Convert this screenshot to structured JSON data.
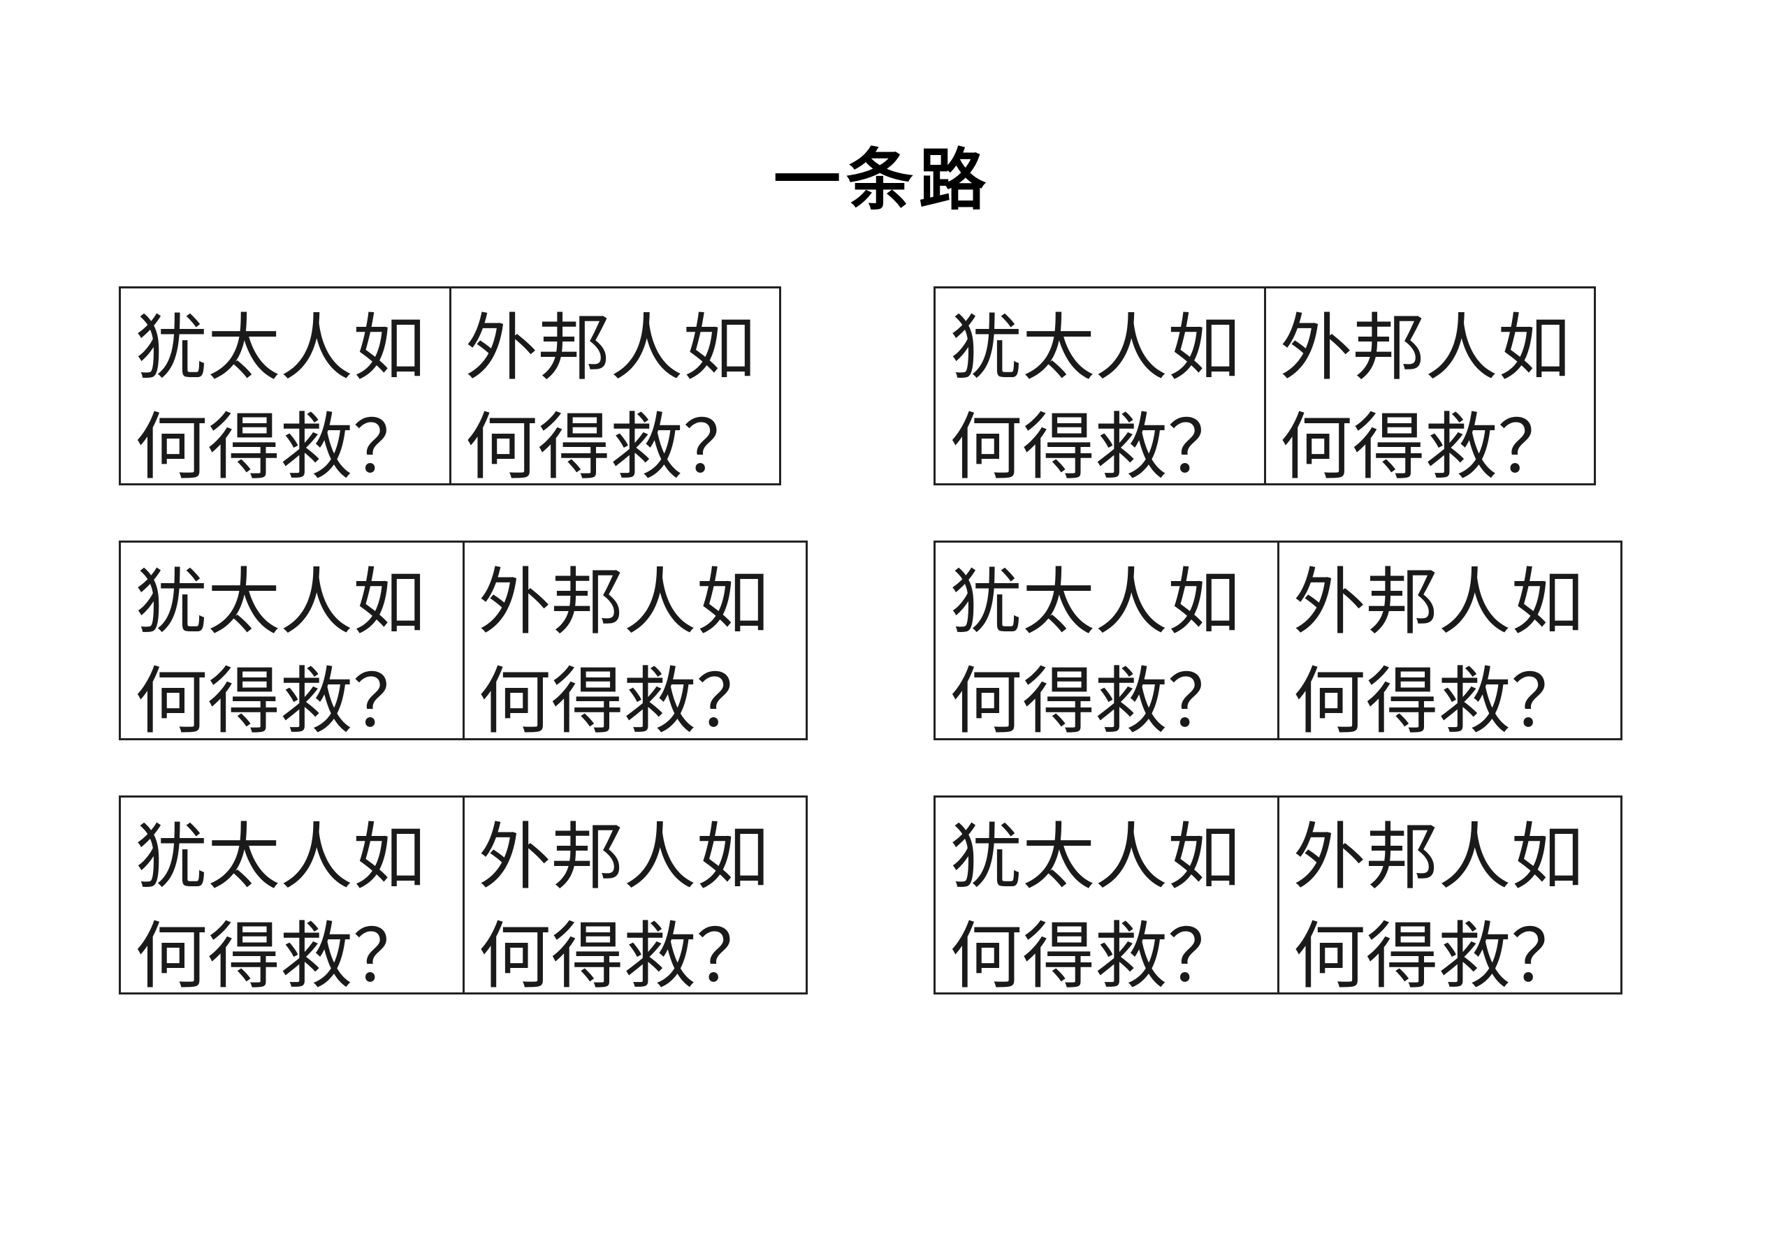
{
  "title": "一条路",
  "cards": [
    {
      "left": "犹太人如何得救？",
      "right": "外邦人如何得救？"
    },
    {
      "left": "犹太人如何得救？",
      "right": "外邦人如何得救？"
    },
    {
      "left": "犹太人如何得救？",
      "right": "外邦人如何得救？"
    },
    {
      "left": "犹太人如何得救？",
      "right": "外邦人如何得救？"
    },
    {
      "left": "犹太人如何得救？",
      "right": "外邦人如何得救？"
    },
    {
      "left": "犹太人如何得救？",
      "right": "外邦人如何得救？"
    }
  ]
}
